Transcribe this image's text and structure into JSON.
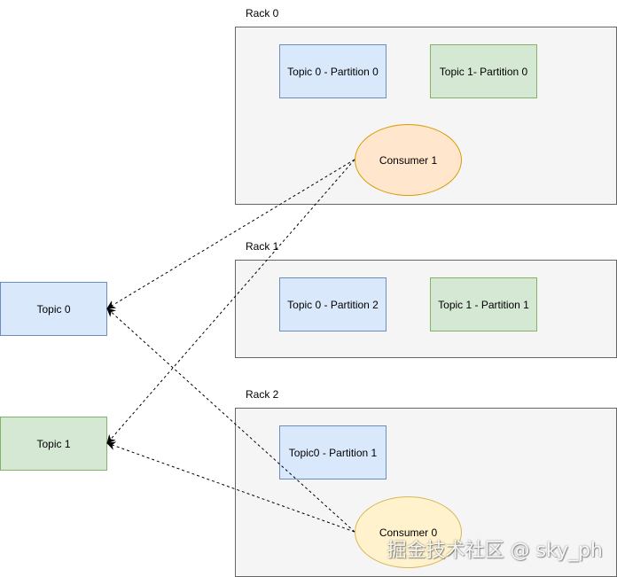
{
  "racks": [
    {
      "label": "Rack 0",
      "partitions": [
        "Topic 0 - Partition 0",
        "Topic 1- Partition 0"
      ],
      "consumer": "Consumer 1"
    },
    {
      "label": "Rack 1",
      "partitions": [
        "Topic 0 - Partition 2",
        "Topic 1 - Partition 1"
      ]
    },
    {
      "label": "Rack 2",
      "partitions": [
        "Topic0 - Partition 1"
      ],
      "consumer": "Consumer 0"
    }
  ],
  "topics": [
    "Topic 0",
    "Topic 1"
  ],
  "watermark": "掘金技术社区 @ sky_ph",
  "colors": {
    "rack_fill": "#f5f5f5",
    "rack_stroke": "#666666",
    "blue_fill": "#dae8fc",
    "blue_stroke": "#6c8ebf",
    "green_fill": "#d5e8d4",
    "green_stroke": "#82b366",
    "consumer_fill": "#ffe6cc",
    "consumer_stroke": "#d79b00"
  }
}
